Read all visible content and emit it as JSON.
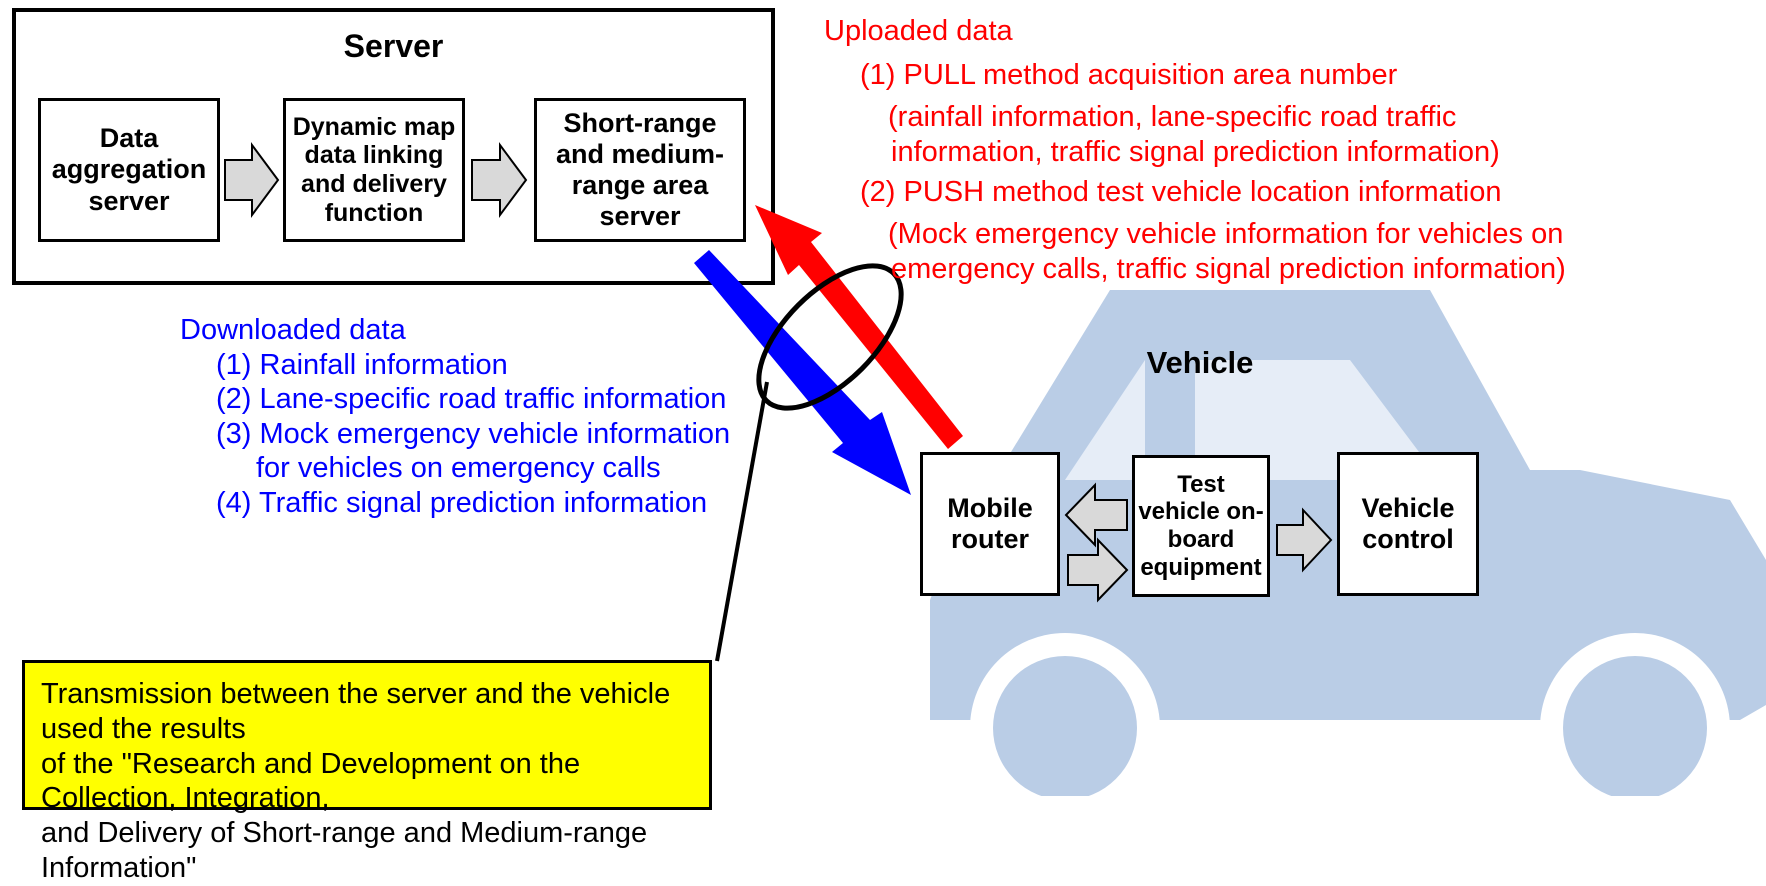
{
  "colors": {
    "uploaded": "#ff0000",
    "downloaded": "#0000ff",
    "car": "#bacde6",
    "note_bg": "#ffff00"
  },
  "server": {
    "title": "Server",
    "boxes": [
      "Data\naggregation\nserver",
      "Dynamic map\ndata linking\nand delivery\nfunction",
      "Short-range\nand medium-\nrange area\nserver"
    ]
  },
  "vehicle": {
    "title": "Vehicle",
    "boxes": [
      "Mobile\nrouter",
      "Test\nvehicle on-\nboard\nequipment",
      "Vehicle\ncontrol"
    ]
  },
  "uploaded": {
    "heading": "Uploaded data",
    "items": [
      "(1) PULL method acquisition area number",
      "(rainfall information, lane-specific road traffic",
      "information, traffic signal prediction information)",
      "(2) PUSH method test vehicle location information",
      "(Mock emergency vehicle information for vehicles on",
      "emergency calls, traffic signal prediction information)"
    ]
  },
  "downloaded": {
    "heading": "Downloaded data",
    "items": [
      "(1) Rainfall information",
      "(2) Lane-specific road traffic information",
      "(3) Mock emergency vehicle information",
      "for vehicles on emergency calls",
      "(4) Traffic signal prediction information"
    ]
  },
  "note": "Transmission between the server and the vehicle used the results\nof the \"Research and Development on the Collection, Integration,\nand Delivery of Short-range and Medium-range Information\""
}
